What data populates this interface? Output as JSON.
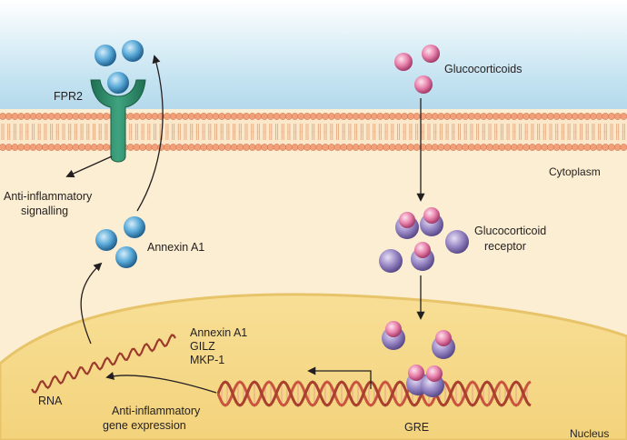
{
  "labels": {
    "fpr2": "FPR2",
    "glucocorticoids": "Glucocorticoids",
    "cytoplasm": "Cytoplasm",
    "anti_inflammatory_signalling": [
      "Anti-inflammatory",
      "signalling"
    ],
    "annexin_a1": "Annexin A1",
    "glucocorticoid_receptor": [
      "Glucocorticoid",
      "receptor"
    ],
    "gene_list": [
      "Annexin A1",
      "GILZ",
      "MKP-1"
    ],
    "rna": "RNA",
    "anti_inflammatory_gene_expression": [
      "Anti-inflammatory",
      "gene expression"
    ],
    "gre": "GRE",
    "nucleus": "Nucleus"
  },
  "colors": {
    "extracellular": "#b9dcec",
    "cytoplasm": "#fbeed2",
    "nucleus": "#f6d98a",
    "membrane_head": "#f2a07a",
    "membrane_tail": "#e7b088",
    "receptor_fpr2": "#2e8c6a",
    "annexin": "#4e9fcf",
    "glucocorticoid": "#e07aa4",
    "gc_receptor": "#8c7bb8",
    "dna": "#c8553f",
    "rna": "#9c3a2c"
  }
}
